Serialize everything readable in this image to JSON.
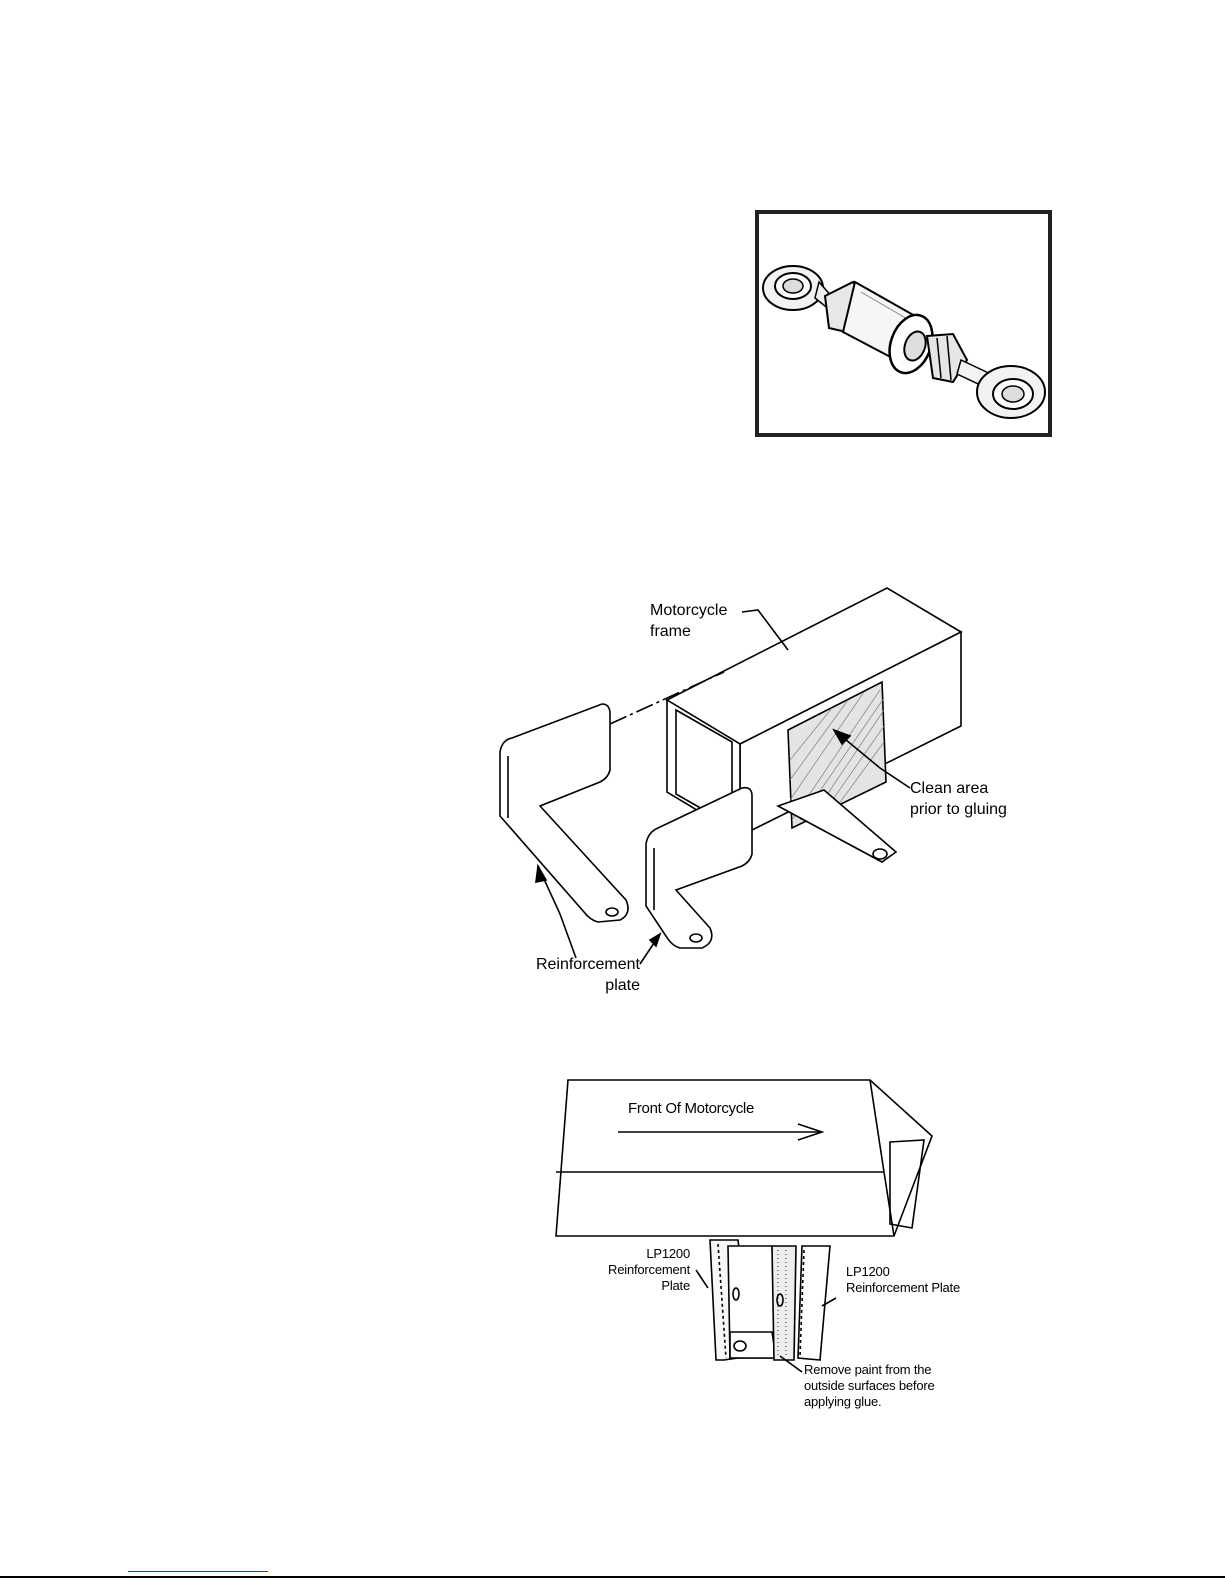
{
  "figure1": {
    "title": "Motorcycle frame illustration",
    "label_frame": [
      "Motorcycle",
      "frame"
    ],
    "label_clean": [
      "Clean area",
      "prior to gluing"
    ],
    "label_plate": [
      "Reinforcement",
      "plate"
    ]
  },
  "figure2": {
    "label_front": "Front Of Motorcycle",
    "label_left_plate": [
      "LP1200",
      "Reinforcement Plate"
    ],
    "label_right_plate": [
      "LP1200",
      "Reinforcement  Plate"
    ],
    "label_paint": [
      "Remove paint from the",
      "outside surfaces before",
      "applying glue."
    ]
  },
  "colors": {
    "ink": "#000000",
    "link": "#1a3fd8"
  }
}
